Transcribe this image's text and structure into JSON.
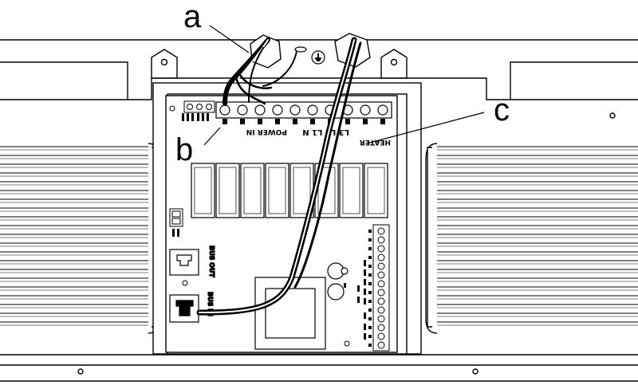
{
  "callouts": {
    "a": "a",
    "b": "b",
    "c": "c"
  },
  "board": {
    "heater": "HEATER",
    "power_in": "POWER IN",
    "phases": "L3  L2  L1  N",
    "bus_out": "BUS OUT",
    "bus_in": "BUS IN",
    "ground_symbol": "⏚"
  }
}
